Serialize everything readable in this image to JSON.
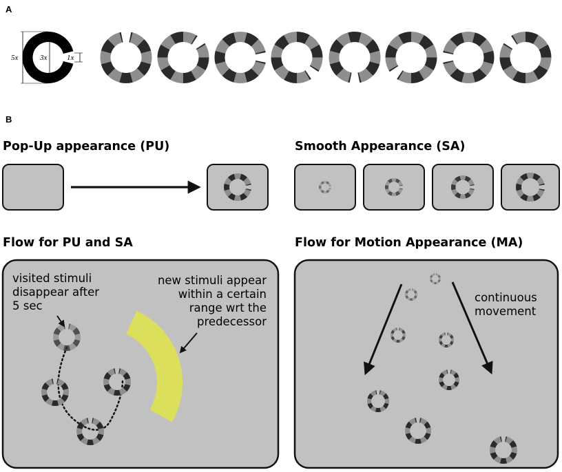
{
  "panels": {
    "a": {
      "letter": "A"
    },
    "b": {
      "letter": "B"
    }
  },
  "dimensions": {
    "outer": "5x",
    "inner": "3x",
    "gap": "1x"
  },
  "headings": {
    "pu": "Pop-Up appearance (PU)",
    "sa": "Smooth Appearance (SA)",
    "flow_pu_sa": "Flow for PU and SA",
    "flow_ma": "Flow for Motion Appearance (MA)"
  },
  "annotations": {
    "visited": [
      "visited stimuli",
      "disappear after",
      "5 sec"
    ],
    "new_stimuli": [
      "new stimuli appear",
      "within a certain",
      "range wrt the",
      "predecessor"
    ],
    "continuous": [
      "continuous",
      "movement"
    ]
  },
  "colors": {
    "panel_gray": "#c1c1c1",
    "ring_dark": "#2a2a2a",
    "ring_light": "#8e8e8e",
    "range_arc": "#dbdf5b",
    "stroke": "#111111"
  },
  "ring_gap_orientations_deg": [
    -90,
    -45,
    0,
    45,
    90,
    135,
    180,
    -135
  ]
}
